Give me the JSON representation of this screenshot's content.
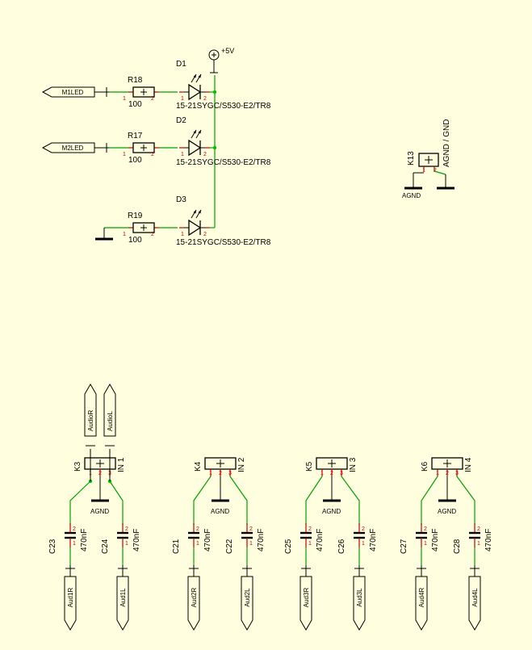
{
  "schematic": {
    "power": {
      "vcc_label": "+5V"
    },
    "leds": [
      {
        "ref": "D1",
        "part": "15-21SYGC/S530-E2/TR8"
      },
      {
        "ref": "D2",
        "part": "15-21SYGC/S530-E2/TR8"
      },
      {
        "ref": "D3",
        "part": "15-21SYGC/S530-E2/TR8"
      }
    ],
    "resistors": [
      {
        "ref": "R18",
        "value": "100"
      },
      {
        "ref": "R17",
        "value": "100"
      },
      {
        "ref": "R19",
        "value": "100"
      }
    ],
    "led_nets": [
      "M1LED",
      "M2LED"
    ],
    "jumper": {
      "ref": "K13",
      "title": "AGND / GND",
      "net": "AGND"
    },
    "connectors": [
      {
        "ref": "K3",
        "name": "IN 1",
        "ground": "AGND",
        "top_nets": [
          "AudioR",
          "AudioL"
        ]
      },
      {
        "ref": "K4",
        "name": "IN 2",
        "ground": "AGND"
      },
      {
        "ref": "K5",
        "name": "IN 3",
        "ground": "AGND"
      },
      {
        "ref": "K6",
        "name": "IN 4",
        "ground": "AGND"
      }
    ],
    "capacitors": [
      {
        "ref": "C23",
        "value": "470nF",
        "net": "Aud1R"
      },
      {
        "ref": "C24",
        "value": "470nF",
        "net": "Aud1L"
      },
      {
        "ref": "C21",
        "value": "470nF",
        "net": "Aud2R"
      },
      {
        "ref": "C22",
        "value": "470nF",
        "net": "Aud2L"
      },
      {
        "ref": "C25",
        "value": "470nF",
        "net": "Aud3R"
      },
      {
        "ref": "C26",
        "value": "470nF",
        "net": "Aud3L"
      },
      {
        "ref": "C27",
        "value": "470nF",
        "net": "Aud4R"
      },
      {
        "ref": "C28",
        "value": "470nF",
        "net": "Aud4L"
      }
    ],
    "pin_numbers": {
      "p1": "1",
      "p2": "2",
      "p3": "3"
    }
  },
  "colors": {
    "background": "#ffffe0",
    "component": "#000000",
    "wire": "#00a000",
    "pin": "#c00000",
    "junction": "#00c000"
  }
}
